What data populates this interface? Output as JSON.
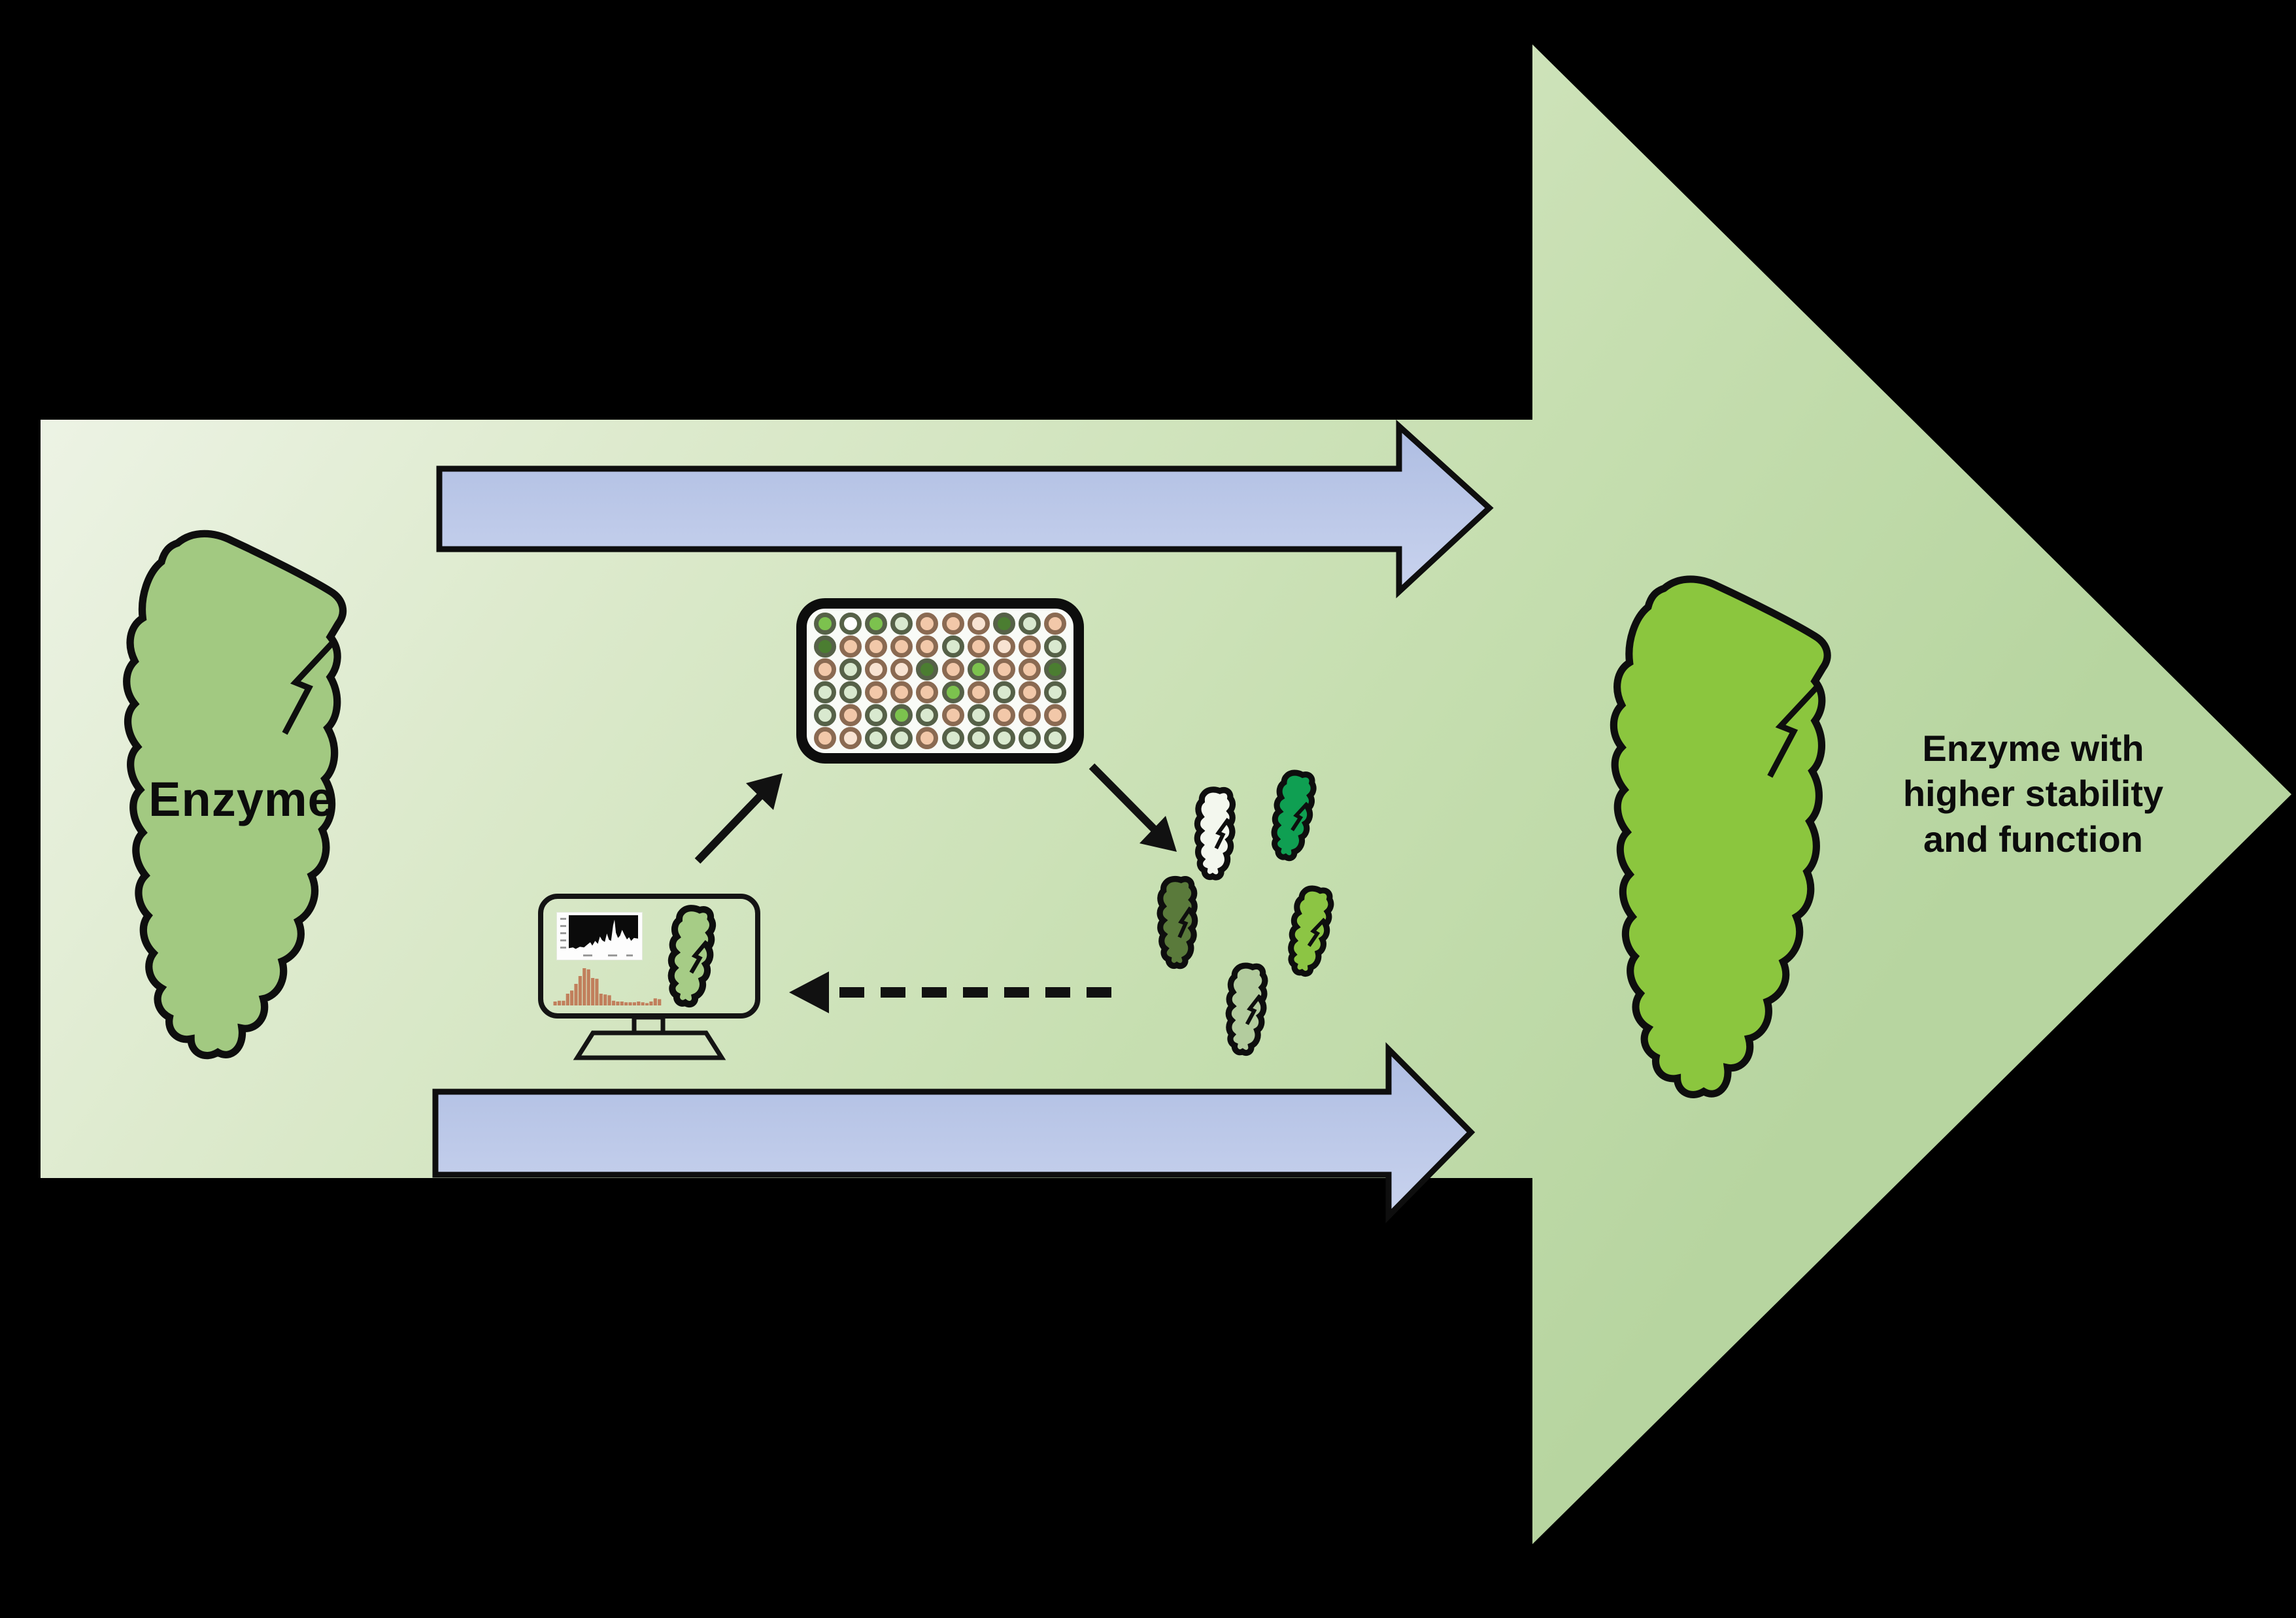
{
  "scene": {
    "background": "#000000",
    "ink": "#101010",
    "big_arrow": {
      "gradient_start": "#f3f7ee",
      "gradient_mid1": "#ddeacd",
      "gradient_mid2": "#c7dfb1",
      "gradient_end": "#b7d5a0"
    },
    "flow_arrow": {
      "gradient_top": "#aebde2",
      "gradient_bottom": "#c9d3ee",
      "outline": "#0e0e0e"
    }
  },
  "labels": {
    "start_enzyme": "Enzyme",
    "result_caption": "Enzyme with\nhigher stability\nand function"
  },
  "enzymes": {
    "start": {
      "fill": "#a2c981",
      "outline": "#0e0e0e"
    },
    "result": {
      "fill": "#8bc63e",
      "outline": "#0e0e0e"
    },
    "screen_variant": {
      "fill": "#a6cc86"
    },
    "variants": [
      {
        "name": "variant-white",
        "fill": "#f3f7ee"
      },
      {
        "name": "variant-emerald",
        "fill": "#0f9f52"
      },
      {
        "name": "variant-dark-olive",
        "fill": "#5a7a3b"
      },
      {
        "name": "variant-yellow-green",
        "fill": "#8cc544"
      },
      {
        "name": "variant-pale-sage",
        "fill": "#b3cc9e"
      }
    ]
  },
  "microplate": {
    "rows": 6,
    "cols": 10,
    "well_codes": [
      "GWGLPPpDLP",
      "DPPPPLPpPL",
      "PLppDPGPPD",
      "LLPPPGPLPL",
      "LPLGLPLPPP",
      "PpLLPLLLLL"
    ],
    "well_colors": {
      "G": "#7cc24e",
      "D": "#4b7d31",
      "L": "#d9e9cf",
      "W": "#fefefe",
      "P": "#f2c8a9",
      "p": "#f8e3d2"
    },
    "ring_colors": {
      "warm": "#8a6a52",
      "cool": "#566148"
    }
  },
  "monitor_chart": {
    "histogram_color": "#c17f5c",
    "histogram_values": [
      0.1,
      0.12,
      0.12,
      0.3,
      0.38,
      0.55,
      0.75,
      0.95,
      0.92,
      0.7,
      0.68,
      0.3,
      0.28,
      0.26,
      0.12,
      0.1,
      0.1,
      0.08,
      0.08,
      0.08,
      0.1,
      0.08,
      0.06,
      0.1,
      0.18,
      0.16
    ],
    "skyline": [
      [
        0,
        0.1
      ],
      [
        0.06,
        0.12
      ],
      [
        0.1,
        0.08
      ],
      [
        0.16,
        0.14
      ],
      [
        0.22,
        0.12
      ],
      [
        0.27,
        0.2
      ],
      [
        0.31,
        0.26
      ],
      [
        0.34,
        0.17
      ],
      [
        0.38,
        0.3
      ],
      [
        0.42,
        0.22
      ],
      [
        0.45,
        0.42
      ],
      [
        0.48,
        0.32
      ],
      [
        0.52,
        0.27
      ],
      [
        0.55,
        0.5
      ],
      [
        0.58,
        0.33
      ],
      [
        0.61,
        0.3
      ],
      [
        0.64,
        0.72
      ],
      [
        0.66,
        0.88
      ],
      [
        0.68,
        0.52
      ],
      [
        0.71,
        0.38
      ],
      [
        0.74,
        0.44
      ],
      [
        0.77,
        0.6
      ],
      [
        0.8,
        0.48
      ],
      [
        0.84,
        0.34
      ],
      [
        0.87,
        0.4
      ],
      [
        0.9,
        0.3
      ],
      [
        0.94,
        0.38
      ],
      [
        1,
        0.36
      ]
    ]
  }
}
